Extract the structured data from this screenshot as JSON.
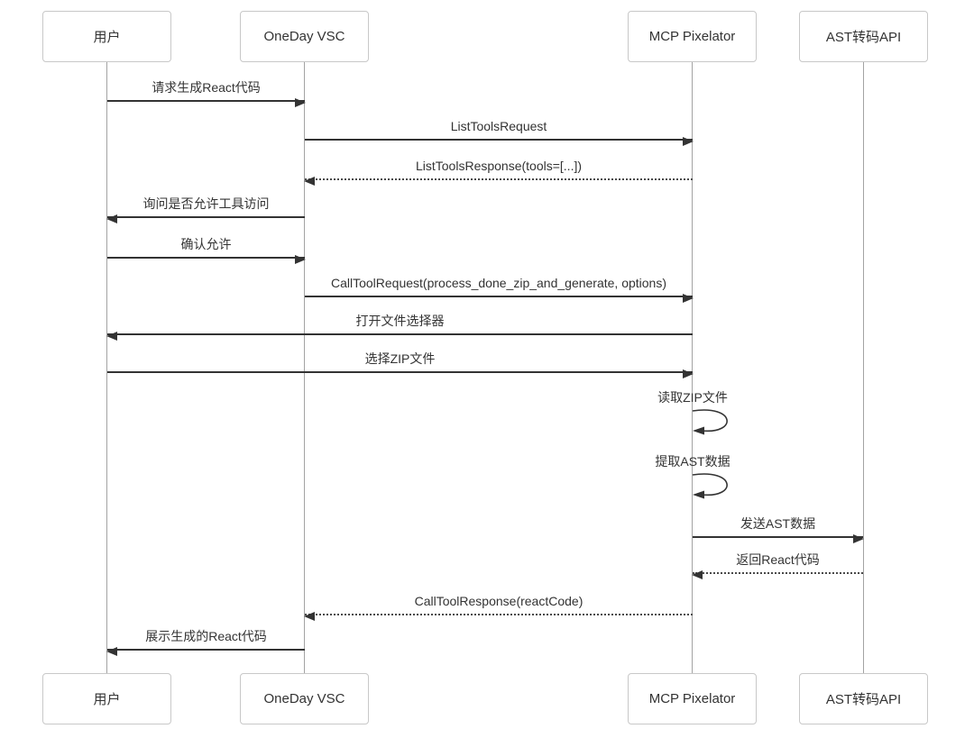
{
  "diagram": {
    "type": "sequence-diagram",
    "participants": [
      {
        "label": "用户"
      },
      {
        "label": "OneDay VSC"
      },
      {
        "label": "MCP Pixelator"
      },
      {
        "label": "AST转码API"
      }
    ],
    "messages": [
      {
        "from": "用户",
        "to": "OneDay VSC",
        "label": "请求生成React代码",
        "line": "solid"
      },
      {
        "from": "OneDay VSC",
        "to": "MCP Pixelator",
        "label": "ListToolsRequest",
        "line": "solid"
      },
      {
        "from": "MCP Pixelator",
        "to": "OneDay VSC",
        "label": "ListToolsResponse(tools=[...])",
        "line": "dotted"
      },
      {
        "from": "OneDay VSC",
        "to": "用户",
        "label": "询问是否允许工具访问",
        "line": "solid"
      },
      {
        "from": "用户",
        "to": "OneDay VSC",
        "label": "确认允许",
        "line": "solid"
      },
      {
        "from": "OneDay VSC",
        "to": "MCP Pixelator",
        "label": "CallToolRequest(process_done_zip_and_generate, options)",
        "line": "solid"
      },
      {
        "from": "MCP Pixelator",
        "to": "用户",
        "label": "打开文件选择器",
        "line": "solid"
      },
      {
        "from": "用户",
        "to": "MCP Pixelator",
        "label": "选择ZIP文件",
        "line": "solid"
      },
      {
        "from": "MCP Pixelator",
        "to": "MCP Pixelator",
        "label": "读取ZIP文件",
        "line": "self"
      },
      {
        "from": "MCP Pixelator",
        "to": "MCP Pixelator",
        "label": "提取AST数据",
        "line": "self"
      },
      {
        "from": "MCP Pixelator",
        "to": "AST转码API",
        "label": "发送AST数据",
        "line": "solid"
      },
      {
        "from": "AST转码API",
        "to": "MCP Pixelator",
        "label": "返回React代码",
        "line": "dotted"
      },
      {
        "from": "MCP Pixelator",
        "to": "OneDay VSC",
        "label": "CallToolResponse(reactCode)",
        "line": "dotted"
      },
      {
        "from": "OneDay VSC",
        "to": "用户",
        "label": "展示生成的React代码",
        "line": "solid"
      }
    ],
    "colors": {
      "background": "#ffffff",
      "box_border": "#c8c8c8",
      "box_fill": "#ffffff",
      "lifeline": "#a3a3a3",
      "arrow": "#333333",
      "text": "#333333"
    }
  }
}
